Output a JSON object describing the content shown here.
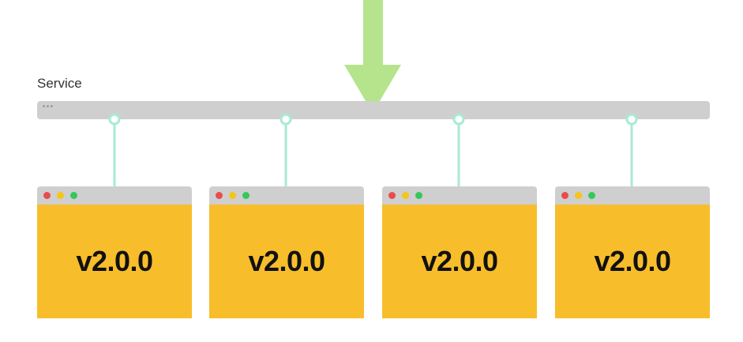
{
  "service": {
    "label": "Service"
  },
  "pods": [
    {
      "version": "v2.0.0"
    },
    {
      "version": "v2.0.0"
    },
    {
      "version": "v2.0.0"
    },
    {
      "version": "v2.0.0"
    }
  ],
  "colors": {
    "arrow": "#b5e48c",
    "service_bar": "#cfcfcf",
    "connector": "#a8ead3",
    "pod_body": "#f8bd2a",
    "titlebar": "#cfcfcf",
    "dot_red": "#ea4b4b",
    "dot_yellow": "#f5c518",
    "dot_green": "#34c759"
  }
}
